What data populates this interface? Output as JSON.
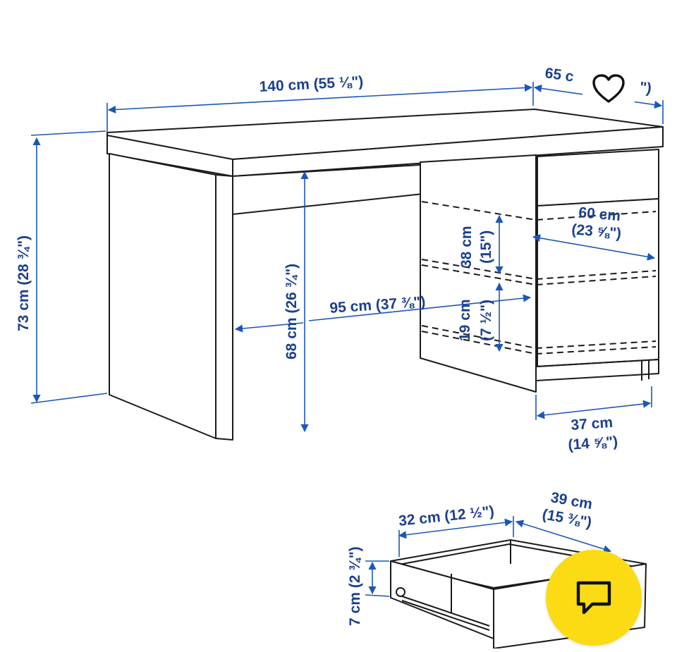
{
  "image": {
    "alt": "MALM desk dimension drawing",
    "dimensions": {
      "width_total": "140 cm (55 ⅛\")",
      "depth_total_partial": "65 c",
      "depth_total_suffix": "\")",
      "height_total": "73 cm (28 ¾\")",
      "clearance_height": "68 cm (26 ¾\")",
      "clearance_width": "95 cm (37 ⅜\")",
      "shelf_upper_cm": "38 cm",
      "shelf_upper_in": "(15\")",
      "shelf_lower_cm": "19 cm",
      "shelf_lower_in": "(7 ½\")",
      "shelf_depth_cm": "60 cm",
      "shelf_depth_in": "(23 ⅝\")",
      "cabinet_width_cm": "37 cm",
      "cabinet_width_in": "(14 ⅝\")",
      "drawer_width": "32 cm (12 ½\")",
      "drawer_depth_cm": "39 cm",
      "drawer_depth_in": "(15 ⅜\")",
      "drawer_height": "7 cm (2 ¾\")"
    }
  },
  "actions": {
    "favorite_icon": "heart-outline",
    "chat_icon": "chat-bubble",
    "chat_color": "#fadb14",
    "dimension_color": "#1b3f8f"
  }
}
